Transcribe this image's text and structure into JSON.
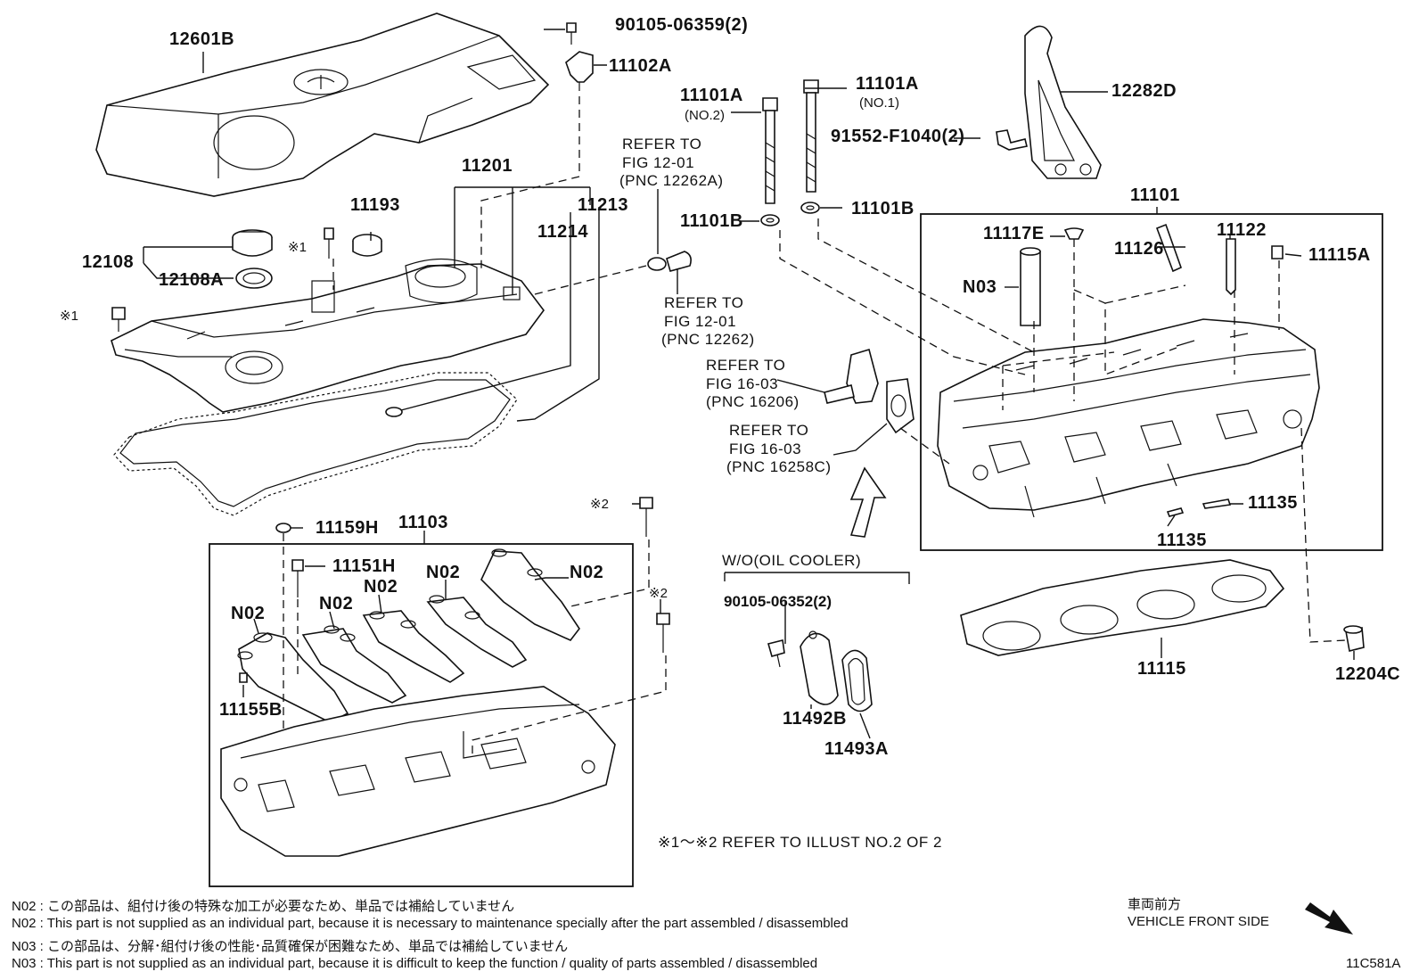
{
  "parts": {
    "p12601B": "12601B",
    "p90105_06359": "90105-06359(2)",
    "p11102A": "11102A",
    "p11201": "11201",
    "p11193": "11193",
    "p11213": "11213",
    "p11214": "11214",
    "p12108": "12108",
    "p12108A": "12108A",
    "x1a": "※1",
    "x1b": "※1",
    "p11101A_no2": "11101A",
    "no2": "(NO.2)",
    "p11101A_no1": "11101A",
    "no1": "(NO.1)",
    "p12282D": "12282D",
    "p91552": "91552-F1040(2)",
    "p11101B_left": "11101B",
    "p11101B_right": "11101B",
    "p11101": "11101",
    "p11117E": "11117E",
    "p11126": "11126",
    "p11122": "11122",
    "p11115A": "11115A",
    "n03": "N03",
    "p11135a": "11135",
    "p11135b": "11135",
    "p11115": "11115",
    "p12204C": "12204C",
    "x2a": "※2",
    "x2b": "※2",
    "p11159H": "11159H",
    "p11103": "11103",
    "p11151H": "11151H",
    "n02a": "N02",
    "n02b": "N02",
    "n02c": "N02",
    "n02d": "N02",
    "n02e": "N02",
    "p11155B": "11155B",
    "wo_oil": "W/O(OIL COOLER)",
    "p90105_06352": "90105-06352(2)",
    "p11492B": "11492B",
    "p11493A": "11493A"
  },
  "refs": {
    "r1": [
      "REFER TO",
      "FIG 12-01",
      "(PNC 12262A)"
    ],
    "r2": [
      "REFER TO",
      "FIG 12-01",
      "(PNC 12262)"
    ],
    "r3": [
      "REFER TO",
      "FIG 16-03",
      "(PNC 16206)"
    ],
    "r4": [
      "REFER TO",
      "FIG 16-03",
      "(PNC 16258C)"
    ]
  },
  "illust_note": "※1～※2  REFER TO ILLUST NO.2 OF 2",
  "notes": [
    "N02 : この部品は、組付け後の特殊な加工が必要なため、単品では補給していません",
    "N02 : This part is not supplied as an individual part, because it is necessary to maintenance specially after the part assembled / disassembled",
    "N03 : この部品は、分解･組付け後の性能･品質確保が困難なため、単品では補給していません",
    "N03 : This part is not supplied as an individual part, because it is difficult to keep the function / quality of parts  assembled / disassembled"
  ],
  "front": {
    "jp": "車両前方",
    "en": "VEHICLE FRONT SIDE"
  },
  "illust_id": "11C581A"
}
